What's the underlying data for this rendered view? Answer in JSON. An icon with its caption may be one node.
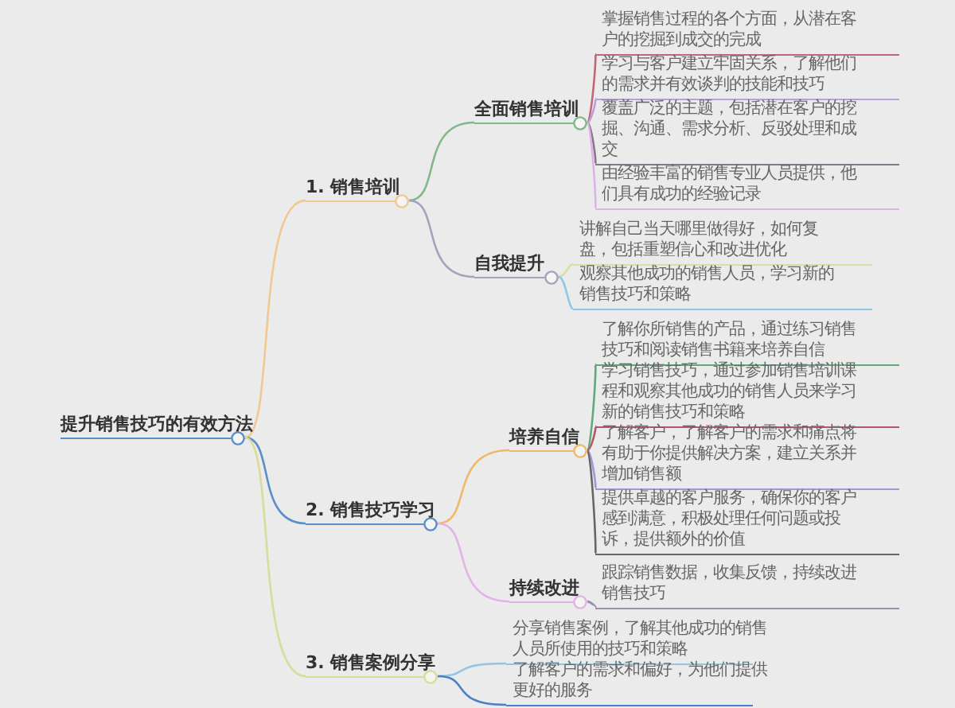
{
  "diagram": {
    "nodes": [
      {
        "text": [
          "提升销售技巧的有效方法"
        ]
      },
      {
        "text": [
          "1. 销售培训"
        ]
      },
      {
        "text": [
          "全面销售培训"
        ]
      },
      {
        "text": [
          "掌握销售过程的各个方面，从潜在客户的挖掘到成交的完成"
        ]
      },
      {
        "text": [
          "学习与客户建立牢固关系，了解他们的需求并有效谈判的技能和技巧"
        ]
      },
      {
        "text": [
          "覆盖广泛的主题，包括潜在客户的挖掘、沟通、需求分析、反驳处理和成交"
        ]
      },
      {
        "text": [
          "由经验丰富的销售专业人员提供，他们具有成功的经验记录"
        ]
      },
      {
        "text": [
          "自我提升"
        ]
      },
      {
        "text": [
          "讲解自己当天哪里做得好，如何复盘，包括重塑信心和改进优化"
        ]
      },
      {
        "text": [
          "观察其他成功的销售人员，学习新的销售技巧和策略"
        ]
      },
      {
        "text": [
          "2. 销售技巧学习"
        ]
      },
      {
        "text": [
          "培养自信"
        ]
      },
      {
        "text": [
          "了解你所销售的产品，通过练习销售技巧和阅读销售书籍来培养自信"
        ]
      },
      {
        "text": [
          "学习销售技巧，通过参加销售培训课程和观察其他成功的销售人员来学习新的销售技巧和策略"
        ]
      },
      {
        "text": [
          "了解客户，了解客户的需求和痛点将有助于你提供解决方案，建立关系并增加销售额"
        ]
      },
      {
        "text": [
          "提供卓越的客户服务，确保你的客户感到满意，积极处理任何问题或投诉，提供额外的价值"
        ]
      },
      {
        "text": [
          "持续改进"
        ]
      },
      {
        "text": [
          "跟踪销售数据，收集反馈，持续改进销售技巧"
        ]
      },
      {
        "text": [
          "3. 销售案例分享"
        ]
      },
      {
        "text": [
          "分享销售案例，了解其他成功的销售人员所使用的技巧和策略"
        ]
      },
      {
        "text": [
          "了解客户的需求和偏好，为他们提供更好的服务"
        ]
      }
    ],
    "edges": [
      {
        "from": 0,
        "to": 1,
        "arrow": "none",
        "color": "#f0c890"
      },
      {
        "from": 1,
        "to": 2,
        "arrow": "none",
        "color": "#80b888"
      },
      {
        "from": 2,
        "to": 3,
        "arrow": "none",
        "color": "#c06878"
      },
      {
        "from": 2,
        "to": 4,
        "arrow": "none",
        "color": "#b8a0d8"
      },
      {
        "from": 2,
        "to": 5,
        "arrow": "none",
        "color": "#857888"
      },
      {
        "from": 2,
        "to": 6,
        "arrow": "none",
        "color": "#dcb4e4"
      },
      {
        "from": 1,
        "to": 7,
        "arrow": "none",
        "color": "#a8a0bc"
      },
      {
        "from": 7,
        "to": 8,
        "arrow": "none",
        "color": "#d8e0a0"
      },
      {
        "from": 7,
        "to": 9,
        "arrow": "none",
        "color": "#90c8e4"
      },
      {
        "from": 0,
        "to": 10,
        "arrow": "none",
        "color": "#5b8fc7"
      },
      {
        "from": 10,
        "to": 11,
        "arrow": "none",
        "color": "#f0b868"
      },
      {
        "from": 11,
        "to": 12,
        "arrow": "none",
        "color": "#60a878"
      },
      {
        "from": 11,
        "to": 13,
        "arrow": "none",
        "color": "#b05868"
      },
      {
        "from": 11,
        "to": 14,
        "arrow": "none",
        "color": "#a894d4"
      },
      {
        "from": 11,
        "to": 15,
        "arrow": "none",
        "color": "#666666"
      },
      {
        "from": 10,
        "to": 16,
        "arrow": "none",
        "color": "#e0b4e4"
      },
      {
        "from": 16,
        "to": 17,
        "arrow": "none",
        "color": "#9a90b4"
      },
      {
        "from": 0,
        "to": 18,
        "arrow": "none",
        "color": "#d8dc98"
      },
      {
        "from": 18,
        "to": 19,
        "arrow": "none",
        "color": "#90c8e4"
      },
      {
        "from": 18,
        "to": 20,
        "arrow": "none",
        "color": "#4a80c4"
      }
    ]
  }
}
